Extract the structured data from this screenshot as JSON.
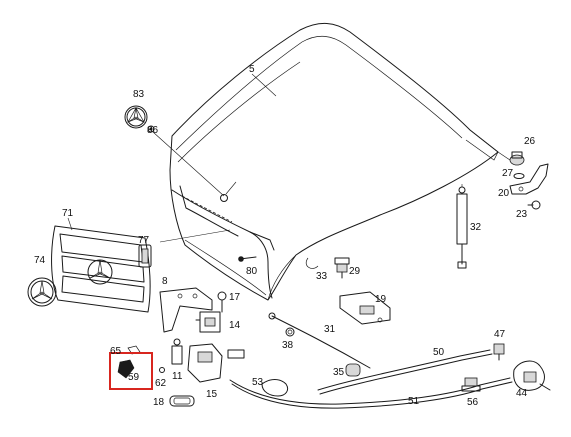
{
  "highlight_color": "#d8261f",
  "highlighted_callout": "59",
  "callouts": [
    {
      "id": "c5",
      "text": "5"
    },
    {
      "id": "c83",
      "text": "83"
    },
    {
      "id": "c86",
      "text": "86"
    },
    {
      "id": "c26",
      "text": "26"
    },
    {
      "id": "c27",
      "text": "27"
    },
    {
      "id": "c20",
      "text": "20"
    },
    {
      "id": "c23",
      "text": "23"
    },
    {
      "id": "c32",
      "text": "32"
    },
    {
      "id": "c71",
      "text": "71"
    },
    {
      "id": "c77",
      "text": "77"
    },
    {
      "id": "c80",
      "text": "80"
    },
    {
      "id": "c33",
      "text": "33"
    },
    {
      "id": "c29",
      "text": "29"
    },
    {
      "id": "c74",
      "text": "74"
    },
    {
      "id": "c8",
      "text": "8"
    },
    {
      "id": "c17",
      "text": "17"
    },
    {
      "id": "c19",
      "text": "19"
    },
    {
      "id": "c14",
      "text": "14"
    },
    {
      "id": "c31",
      "text": "31"
    },
    {
      "id": "c47",
      "text": "47"
    },
    {
      "id": "c65",
      "text": "65"
    },
    {
      "id": "c38",
      "text": "38"
    },
    {
      "id": "c50",
      "text": "50"
    },
    {
      "id": "c59",
      "text": "59"
    },
    {
      "id": "c11",
      "text": "11"
    },
    {
      "id": "c62",
      "text": "62"
    },
    {
      "id": "c35",
      "text": "35"
    },
    {
      "id": "c53",
      "text": "53"
    },
    {
      "id": "c15",
      "text": "15"
    },
    {
      "id": "c18",
      "text": "18"
    },
    {
      "id": "c51",
      "text": "51"
    },
    {
      "id": "c56",
      "text": "56"
    },
    {
      "id": "c44",
      "text": "44"
    }
  ]
}
